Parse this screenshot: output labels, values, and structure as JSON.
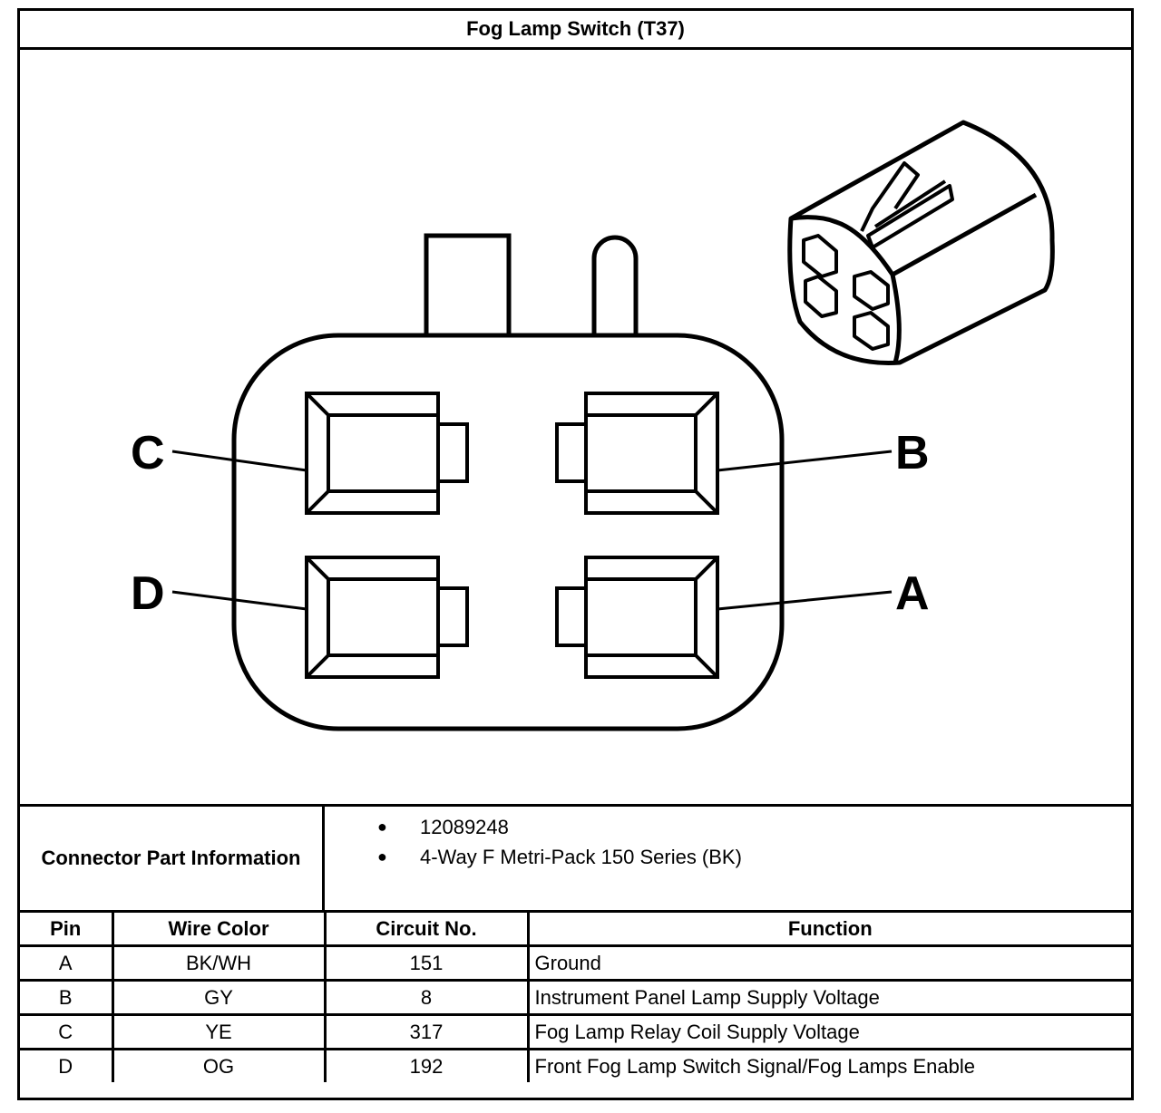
{
  "title": "Fog Lamp Switch (T37)",
  "diagram": {
    "pin_labels": {
      "a": "A",
      "b": "B",
      "c": "C",
      "d": "D"
    }
  },
  "connector_info": {
    "label": "Connector Part Information",
    "items": [
      "12089248",
      "4-Way F Metri-Pack 150 Series (BK)"
    ]
  },
  "pin_table": {
    "headers": {
      "pin": "Pin",
      "wire_color": "Wire Color",
      "circuit": "Circuit No.",
      "function": "Function"
    },
    "rows": [
      {
        "pin": "A",
        "wire_color": "BK/WH",
        "circuit": "151",
        "function": "Ground"
      },
      {
        "pin": "B",
        "wire_color": "GY",
        "circuit": "8",
        "function": "Instrument Panel Lamp Supply Voltage"
      },
      {
        "pin": "C",
        "wire_color": "YE",
        "circuit": "317",
        "function": "Fog Lamp Relay Coil Supply Voltage"
      },
      {
        "pin": "D",
        "wire_color": "OG",
        "circuit": "192",
        "function": "Front Fog Lamp Switch Signal/Fog Lamps Enable"
      }
    ]
  }
}
